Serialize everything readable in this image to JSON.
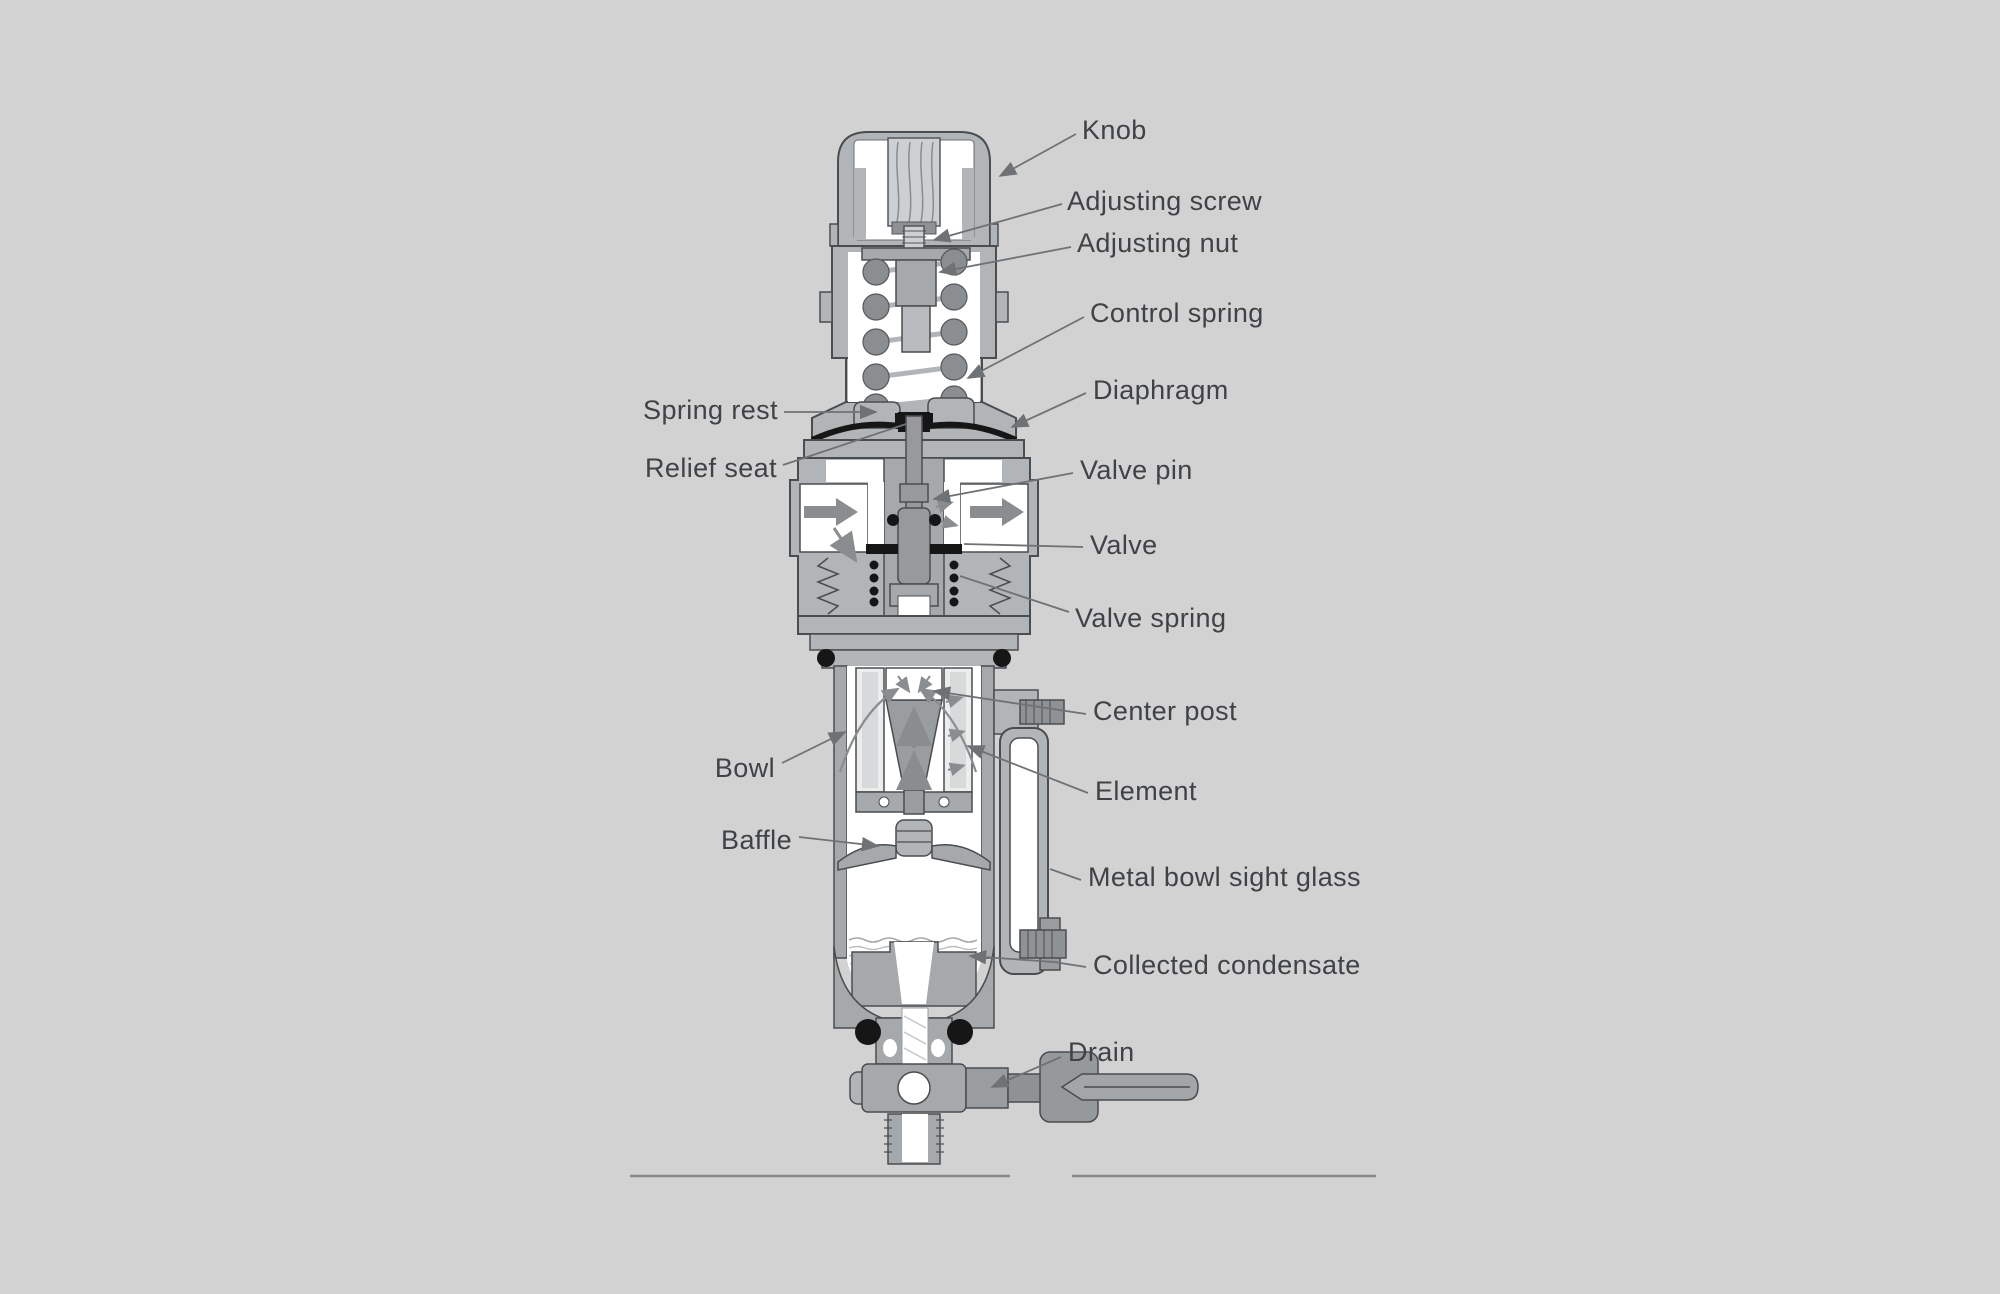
{
  "figure": {
    "kind": "cutaway-technical-diagram",
    "labels": {
      "knob": "Knob",
      "adjusting_screw": "Adjusting screw",
      "adjusting_nut": "Adjusting nut",
      "control_spring": "Control spring",
      "diaphragm": "Diaphragm",
      "spring_rest": "Spring rest",
      "relief_seat": "Relief seat",
      "valve_pin": "Valve pin",
      "valve": "Valve",
      "valve_spring": "Valve spring",
      "center_post": "Center post",
      "bowl": "Bowl",
      "element": "Element",
      "baffle": "Baffle",
      "metal_bowl_sight_glass": "Metal bowl sight glass",
      "collected_condensate": "Collected condensate",
      "drain": "Drain"
    },
    "colors": {
      "background": "#d2d2d2",
      "metal_light": "#b2b5b7",
      "metal_mid": "#a6a9ab",
      "metal_dark": "#8f9294",
      "outline": "#4a4d4f",
      "black_parts": "#161616",
      "label_text": "#3f4246",
      "leader_line": "#6f7275",
      "flow_arrow": "#8a8d90"
    }
  }
}
